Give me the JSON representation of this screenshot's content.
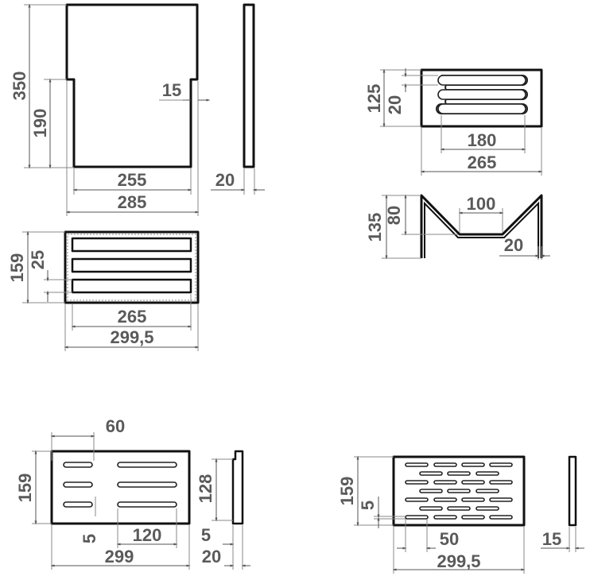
{
  "drawing": {
    "panel_back": {
      "height_total": "350",
      "height_lower": "190",
      "step": "15",
      "width_inner": "255",
      "width_outer": "285",
      "thickness": "20"
    },
    "panel_slotted": {
      "height": "159",
      "slot_pitch": "25",
      "slot_length": "265",
      "width": "299,5"
    },
    "panel_serpentine": {
      "height": "125",
      "slot_pitch": "20",
      "slot_length": "180",
      "width": "265"
    },
    "profile_v": {
      "height": "135",
      "depth": "80",
      "bottom_width": "100",
      "thickness": "20"
    },
    "panel_two_column": {
      "slot_short": "60",
      "height": "159",
      "slot_gap": "5",
      "slot_long": "120",
      "width": "299",
      "side_height": "128",
      "side_lip": "5",
      "side_thickness": "20"
    },
    "panel_perforated": {
      "height": "159",
      "slot_width": "5",
      "slot_length": "50",
      "width": "299,5",
      "thickness": "15"
    }
  }
}
